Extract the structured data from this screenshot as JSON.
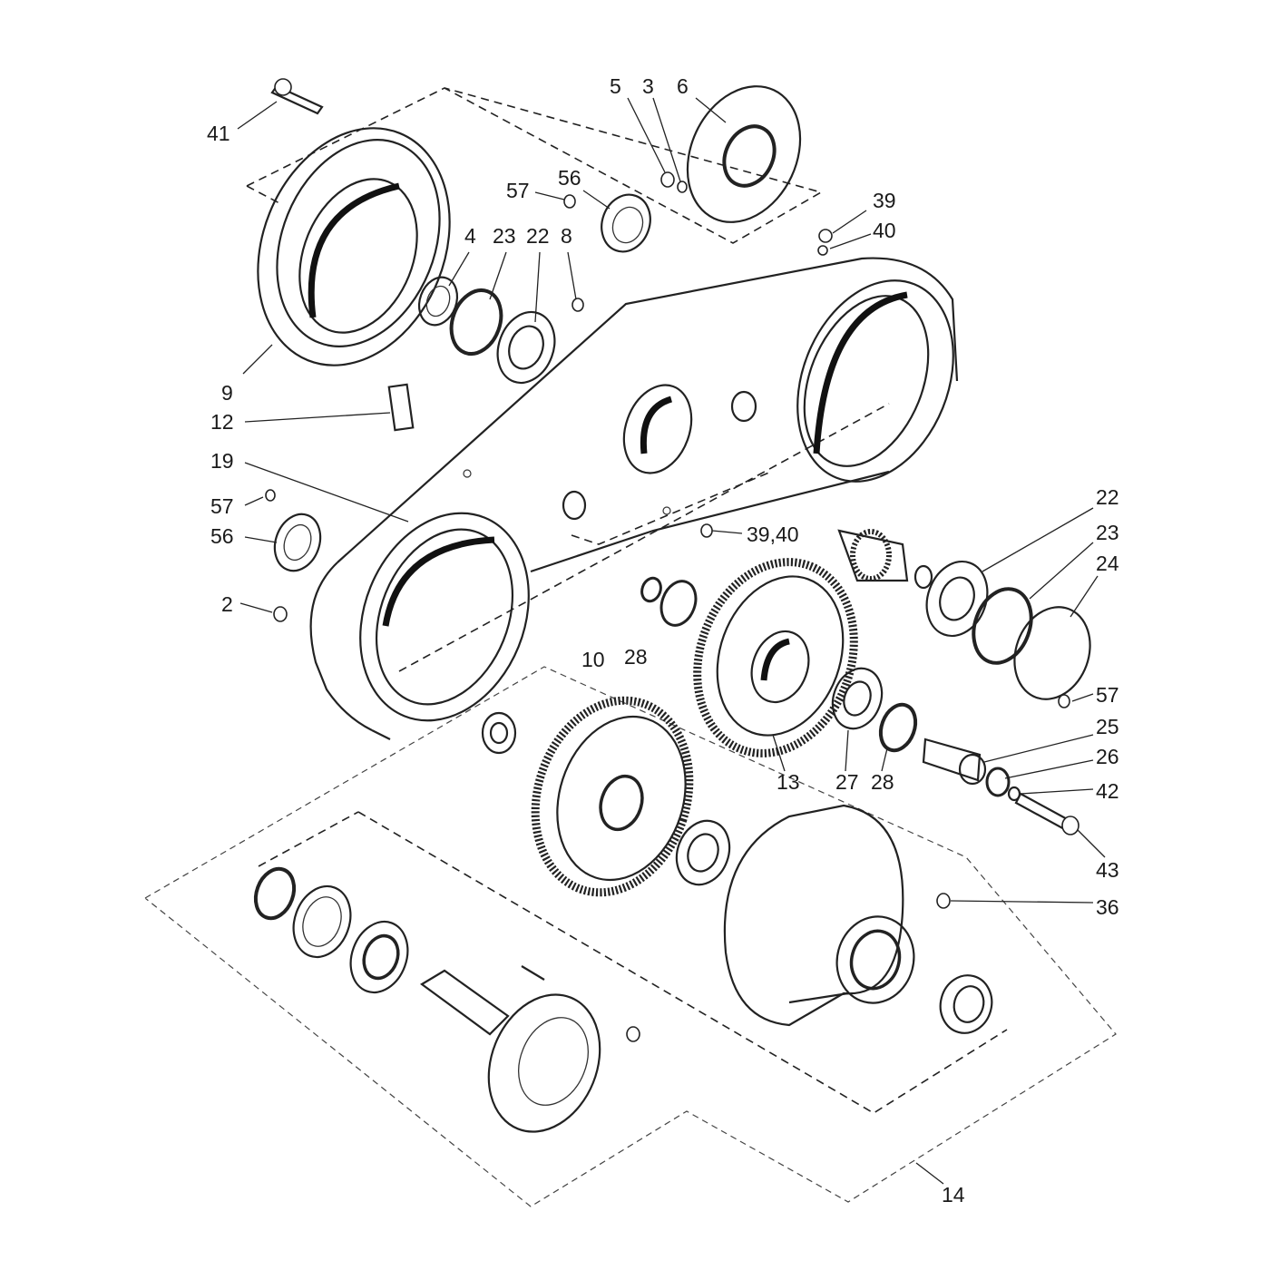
{
  "diagram": {
    "callouts": [
      "41",
      "5",
      "3",
      "6",
      "57",
      "56",
      "39",
      "40",
      "4",
      "23",
      "22",
      "8",
      "9",
      "12",
      "19",
      "57",
      "56",
      "39,40",
      "22",
      "23",
      "24",
      "2",
      "10",
      "28",
      "57",
      "25",
      "26",
      "42",
      "43",
      "13",
      "27",
      "28",
      "36",
      "14"
    ]
  }
}
